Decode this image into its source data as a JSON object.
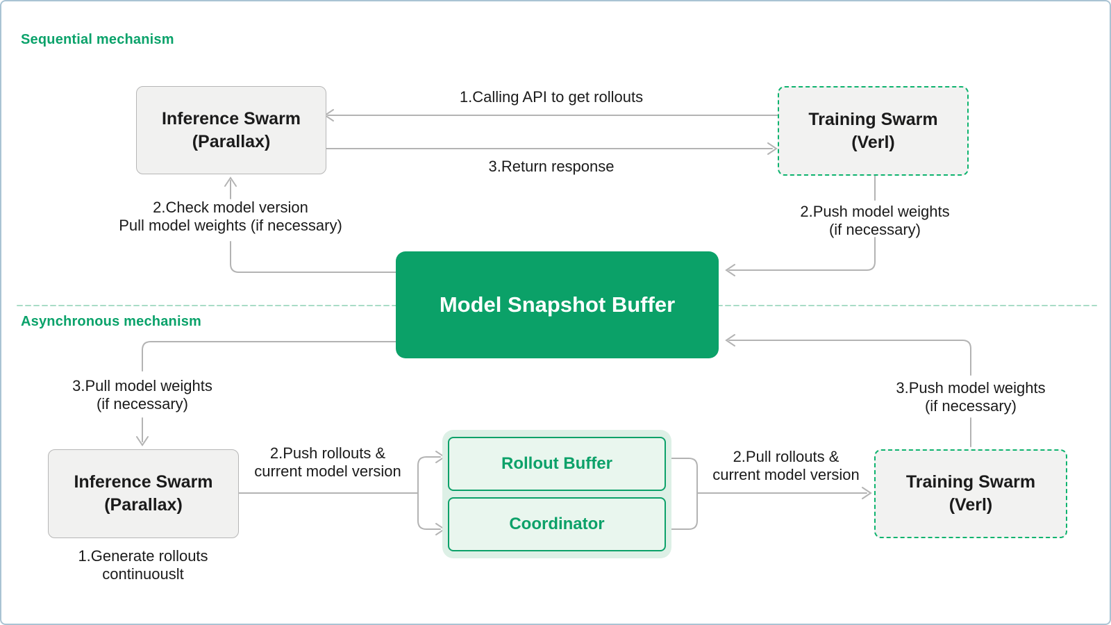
{
  "sections": {
    "sequential": {
      "title": "Sequential mechanism"
    },
    "asynchronous": {
      "title": "Asynchronous mechanism"
    }
  },
  "nodes": {
    "inference_seq": {
      "line1": "Inference Swarm",
      "line2": "(Parallax)"
    },
    "training_seq": {
      "line1": "Training Swarm",
      "line2": "(Verl)"
    },
    "buffer": {
      "label": "Model Snapshot Buffer"
    },
    "inference_async": {
      "line1": "Inference Swarm",
      "line2": "(Parallax)"
    },
    "rollout_buffer": {
      "label": "Rollout Buffer"
    },
    "coordinator": {
      "label": "Coordinator"
    },
    "training_async": {
      "line1": "Training Swarm",
      "line2": "(Verl)"
    }
  },
  "labels": {
    "calling_api": "1.Calling API to get rollouts",
    "return_response": "3.Return response",
    "check_version_l1": "2.Check model version",
    "check_version_l2": "Pull model weights (if necessary)",
    "push_weights_seq_l1": "2.Push model weights",
    "push_weights_seq_l2": "(if necessary)",
    "pull_weights_async_l1": "3.Pull model weights",
    "pull_weights_async_l2": "(if necessary)",
    "push_rollouts_l1": "2.Push rollouts &",
    "push_rollouts_l2": "current model version",
    "pull_rollouts_l1": "2.Pull rollouts &",
    "pull_rollouts_l2": "current model version",
    "push_weights_async_l1": "3.Push model weights",
    "push_weights_async_l2": "(if necessary)",
    "generate_rollouts_l1": "1.Generate rollouts",
    "generate_rollouts_l2": "continuouslt"
  },
  "colors": {
    "accent_green": "#0ba168",
    "dashed_border_green": "#0db36e",
    "title_green": "#0aa26a",
    "mint_container": "#ddf0e6",
    "green_box_fill": "#e9f6ee",
    "connector_gray": "#b3b3b3",
    "divider_green": "#a8dcc6",
    "node_gray_fill": "#f1f1f0",
    "frame_border": "#a9c3d3"
  }
}
